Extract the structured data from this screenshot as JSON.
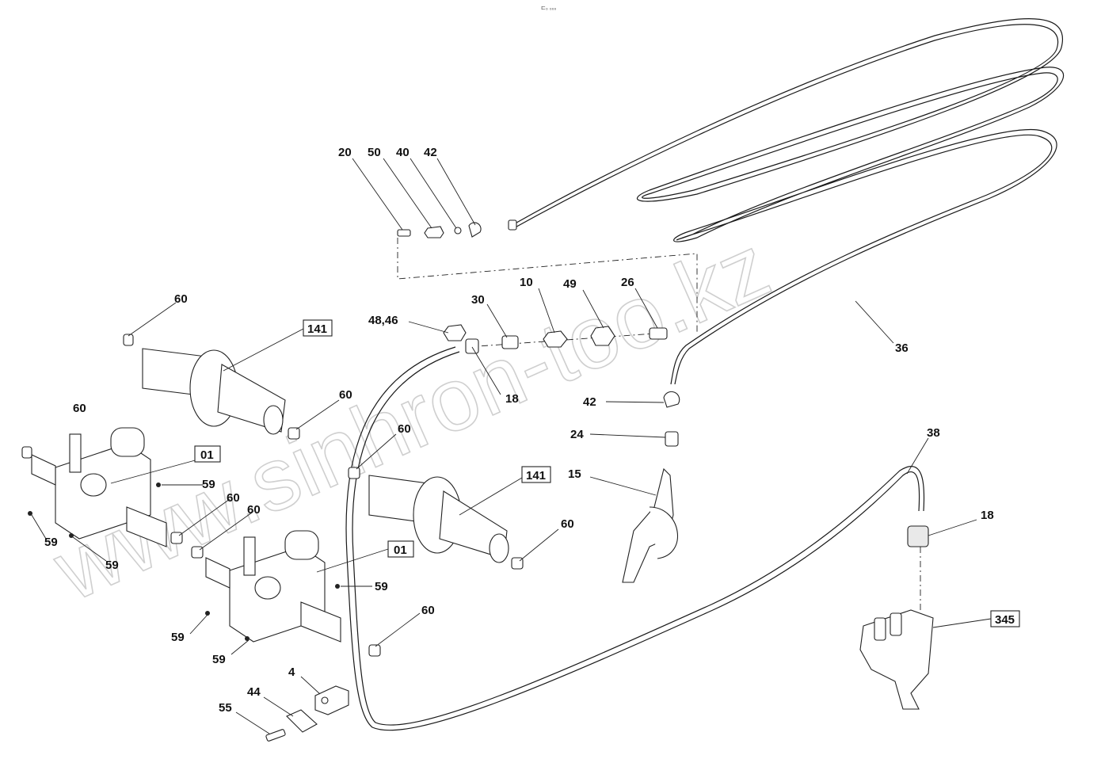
{
  "header_mark": "⊏₀ ₀₀₀",
  "watermark": "www.sinhron-too.kz",
  "callouts": [
    {
      "id": "c20",
      "label": "20"
    },
    {
      "id": "c50",
      "label": "50"
    },
    {
      "id": "c40a",
      "label": "40"
    },
    {
      "id": "c42a",
      "label": "42"
    },
    {
      "id": "c60a",
      "label": "60"
    },
    {
      "id": "c141a",
      "label": "141",
      "boxed": true
    },
    {
      "id": "c48",
      "label": "48,46"
    },
    {
      "id": "c30",
      "label": "30"
    },
    {
      "id": "c10",
      "label": "10"
    },
    {
      "id": "c49",
      "label": "49"
    },
    {
      "id": "c26",
      "label": "26"
    },
    {
      "id": "c36",
      "label": "36"
    },
    {
      "id": "c18a",
      "label": "18"
    },
    {
      "id": "c60b",
      "label": "60"
    },
    {
      "id": "c60c",
      "label": "60"
    },
    {
      "id": "c42b",
      "label": "42"
    },
    {
      "id": "c24",
      "label": "24"
    },
    {
      "id": "c01a",
      "label": "01",
      "boxed": true
    },
    {
      "id": "c60d",
      "label": "60"
    },
    {
      "id": "c141b",
      "label": "141",
      "boxed": true
    },
    {
      "id": "c15",
      "label": "15"
    },
    {
      "id": "c38",
      "label": "38"
    },
    {
      "id": "c59a",
      "label": "59"
    },
    {
      "id": "c60e",
      "label": "60"
    },
    {
      "id": "c60f",
      "label": "60"
    },
    {
      "id": "c59b",
      "label": "59"
    },
    {
      "id": "c59c",
      "label": "59"
    },
    {
      "id": "c60g",
      "label": "60"
    },
    {
      "id": "c18b",
      "label": "18"
    },
    {
      "id": "c01b",
      "label": "01",
      "boxed": true
    },
    {
      "id": "c59d",
      "label": "59"
    },
    {
      "id": "c345",
      "label": "345",
      "boxed": true
    },
    {
      "id": "c60h",
      "label": "60"
    },
    {
      "id": "c59e",
      "label": "59"
    },
    {
      "id": "c59f",
      "label": "59"
    },
    {
      "id": "c4",
      "label": "4"
    },
    {
      "id": "c44",
      "label": "44"
    },
    {
      "id": "c55",
      "label": "55"
    }
  ]
}
